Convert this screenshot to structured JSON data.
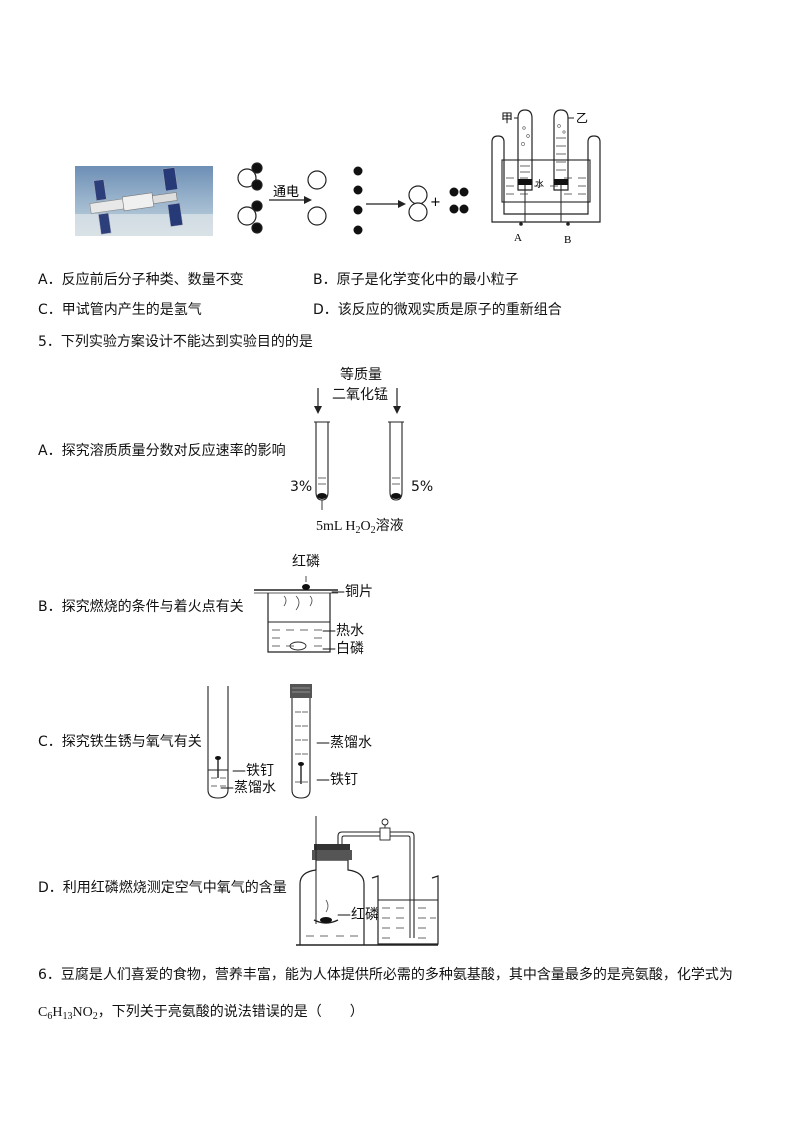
{
  "q4": {
    "options": {
      "a": "A．反应前后分子种类、数量不变",
      "b": "B．原子是化学变化中的最小粒子",
      "c": "C．甲试管内产生的是氢气",
      "d": "D．该反应的微观实质是原子的重新组合"
    },
    "figure": {
      "arrow_label": "通电",
      "plus": "+",
      "tube_left": "甲",
      "tube_right": "乙",
      "electrode_a": "A",
      "electrode_b": "B",
      "water": "水"
    }
  },
  "q5": {
    "stem": "5．下列实验方案设计不能达到实验目的的是",
    "a": {
      "label": "A．探究溶质质量分数对反应速率的影响",
      "reagent_line1": "等质量",
      "reagent_line2": "二氧化锰",
      "pct_left": "3%",
      "pct_right": "5%",
      "solution_prefix": "5mL H",
      "solution_sub1": "2",
      "solution_mid": "O",
      "solution_sub2": "2",
      "solution_suffix": "溶液"
    },
    "b": {
      "label": "B．探究燃烧的条件与着火点有关",
      "red_p": "红磷",
      "copper": "铜片",
      "hot_water": "热水",
      "white_p": "白磷"
    },
    "c": {
      "label": "C．探究铁生锈与氧气有关",
      "nail_left": "铁钉",
      "water_left": "蒸馏水",
      "water_right": "蒸馏水",
      "nail_right": "铁钉"
    },
    "d": {
      "label": "D．利用红磷燃烧测定空气中氧气的含量",
      "red_p": "红磷"
    }
  },
  "q6": {
    "stem": "6．豆腐是人们喜爱的食物，营养丰富，能为人体提供所必需的多种氨基酸，其中含量最多的是亮氨酸，化学式为",
    "formula_parts": [
      "C",
      "6",
      "H",
      "13",
      "NO",
      "2"
    ],
    "rest": "，下列关于亮氨酸的说法错误的是（　　）"
  }
}
